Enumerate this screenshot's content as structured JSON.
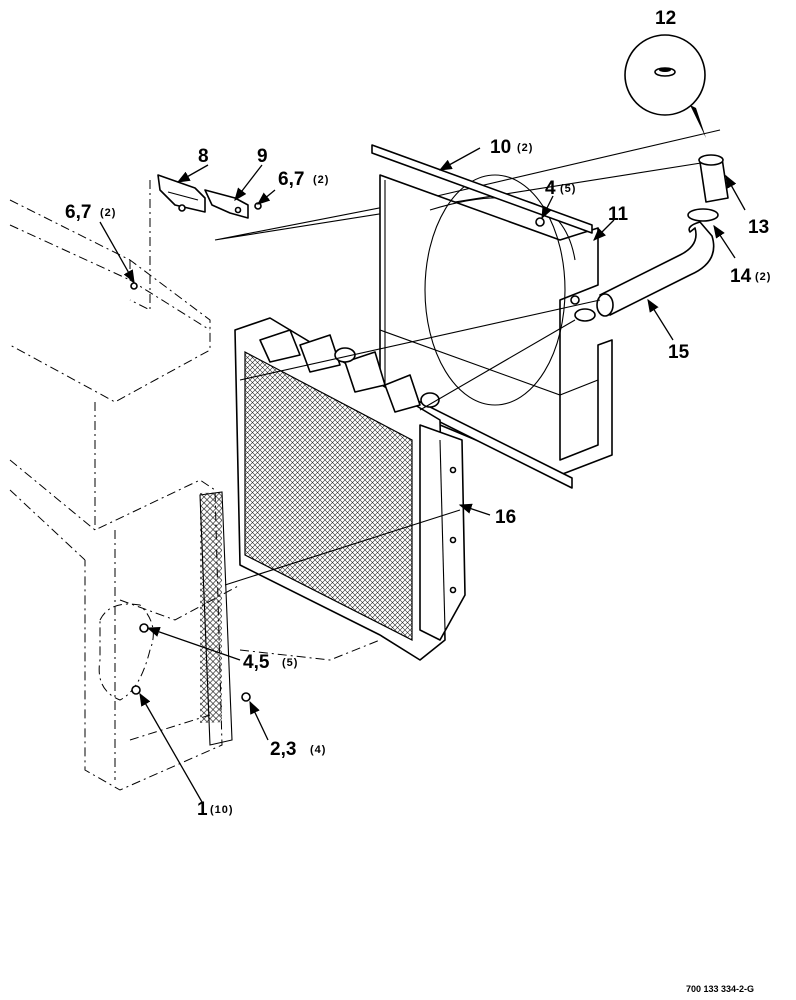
{
  "callouts": {
    "c1": {
      "num": "1",
      "qty": "(10)"
    },
    "c23": {
      "num": "2,3",
      "qty": "(4)"
    },
    "c45": {
      "num": "4,5",
      "qty": "(5)"
    },
    "c4": {
      "num": "4",
      "qty": "(5)"
    },
    "c67a": {
      "num": "6,7",
      "qty": "(2)"
    },
    "c67b": {
      "num": "6,7",
      "qty": "(2)"
    },
    "c8": {
      "num": "8",
      "qty": ""
    },
    "c9": {
      "num": "9",
      "qty": ""
    },
    "c10": {
      "num": "10",
      "qty": "(2)"
    },
    "c11": {
      "num": "11",
      "qty": ""
    },
    "c12": {
      "num": "12",
      "qty": ""
    },
    "c13": {
      "num": "13",
      "qty": ""
    },
    "c14": {
      "num": "14",
      "qty": "(2)"
    },
    "c15": {
      "num": "15",
      "qty": ""
    },
    "c16": {
      "num": "16",
      "qty": ""
    }
  },
  "drawing_ref": "700 133 334-2-G"
}
